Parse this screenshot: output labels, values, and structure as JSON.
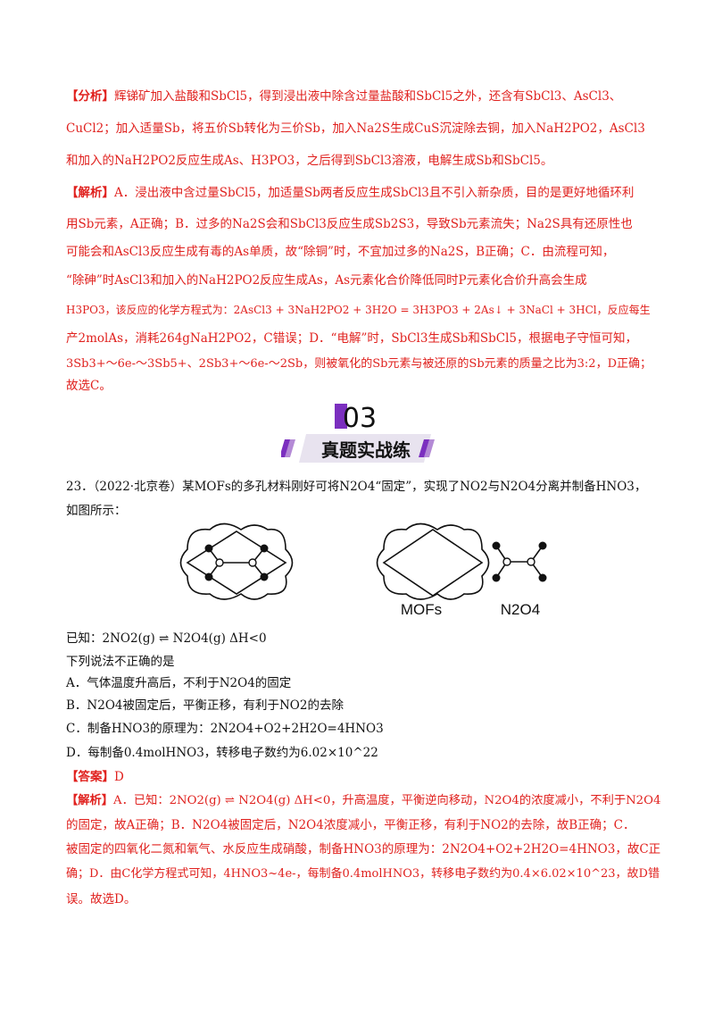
{
  "analysis": {
    "tag": "【分析】",
    "l1": "辉锑矿加入盐酸和SbCl5，得到浸出液中除含过量盐酸和SbCl5之外，还含有SbCl3、AsCl3、",
    "l2": "CuCl2；加入适量Sb，将五价Sb转化为三价Sb，加入Na2S生成CuS沉淀除去铜，加入NaH2PO2，AsCl3",
    "l3": "和加入的NaH2PO2反应生成As、H3PO3，之后得到SbCl3溶液，电解生成Sb和SbCl5。"
  },
  "explain1": {
    "tag": "【解析】",
    "l1": "A．浸出液中含过量SbCl5，加适量Sb两者反应生成SbCl3且不引入新杂质，目的是更好地循环利",
    "l2": "用Sb元素，A正确；B．过多的Na2S会和SbCl3反应生成Sb2S3，导致Sb元素流失；Na2S具有还原性也",
    "l3": "可能会和AsCl3反应生成有毒的As单质，故“除铜”时，不宜加过多的Na2S，B正确；C．由流程可知，",
    "l4": "“除砷”时AsCl3和加入的NaH2PO2反应生成As，As元素化合价降低同时P元素化合价升高会生成",
    "l5a": "H3PO3，该反应的化学方程式为：",
    "l5eq": "2AsCl3 + 3NaH2PO2 + 3H2O = 3H3PO3 + 2As↓ + 3NaCl + 3HCl",
    "l5b": "，反应每生",
    "l6": "产2molAs，消耗264gNaH2PO2，C错误；D．“电解”时，SbCl3生成Sb和SbCl5，根据电子守恒可知，",
    "l7": "3Sb3+～6e-～3Sb5+、2Sb3+～6e-～2Sb，则被氧化的Sb元素与被还原的Sb元素的质量之比为3:2，D正确；",
    "l8": "故选C。"
  },
  "section": {
    "number": "03",
    "title": "真题实战练"
  },
  "question": {
    "stem1": "23．（2022·北京卷）某MOFs的多孔材料刚好可将N2O4“固定”，实现了NO2与N2O4分离并制备HNO3，",
    "stem2": "如图所示：",
    "fig_label_mofs": "MOFs",
    "fig_label_n2o4": "N2O4",
    "known": "已知：2NO2(g) ⇌ N2O4(g) ΔH<0",
    "ask": "下列说法不正确的是",
    "optA": "A．气体温度升高后，不利于N2O4的固定",
    "optB": "B．N2O4被固定后，平衡正移，有利于NO2的去除",
    "optC": "C．制备HNO3的原理为：2N2O4+O2+2H2O=4HNO3",
    "optD": "D．每制备0.4molHNO3，转移电子数约为6.02×10^22"
  },
  "answer": {
    "tag": "【答案】",
    "value": "D"
  },
  "explain2": {
    "tag": "【解析】",
    "l1": "A．已知：2NO2(g) ⇌ N2O4(g) ΔH<0，升高温度，平衡逆向移动，N2O4的浓度减小，不利于N2O4",
    "l2": "的固定，故A正确；B．N2O4被固定后，N2O4浓度减小，平衡正移，有利于NO2的去除，故B正确；C．",
    "l3": "被固定的四氧化二氮和氧气、水反应生成硝酸，制备HNO3的原理为：2N2O4+O2+2H2O=4HNO3，故C正",
    "l4": "确；D．由C化学方程式可知，4HNO3~4e-，每制备0.4molHNO3，转移电子数约为0.4×6.02×10^23，故D错",
    "l5": "误。故选D。"
  },
  "colors": {
    "accent_red": "#e0211e",
    "section_purple": "#7b2fbf",
    "text": "#111111"
  }
}
